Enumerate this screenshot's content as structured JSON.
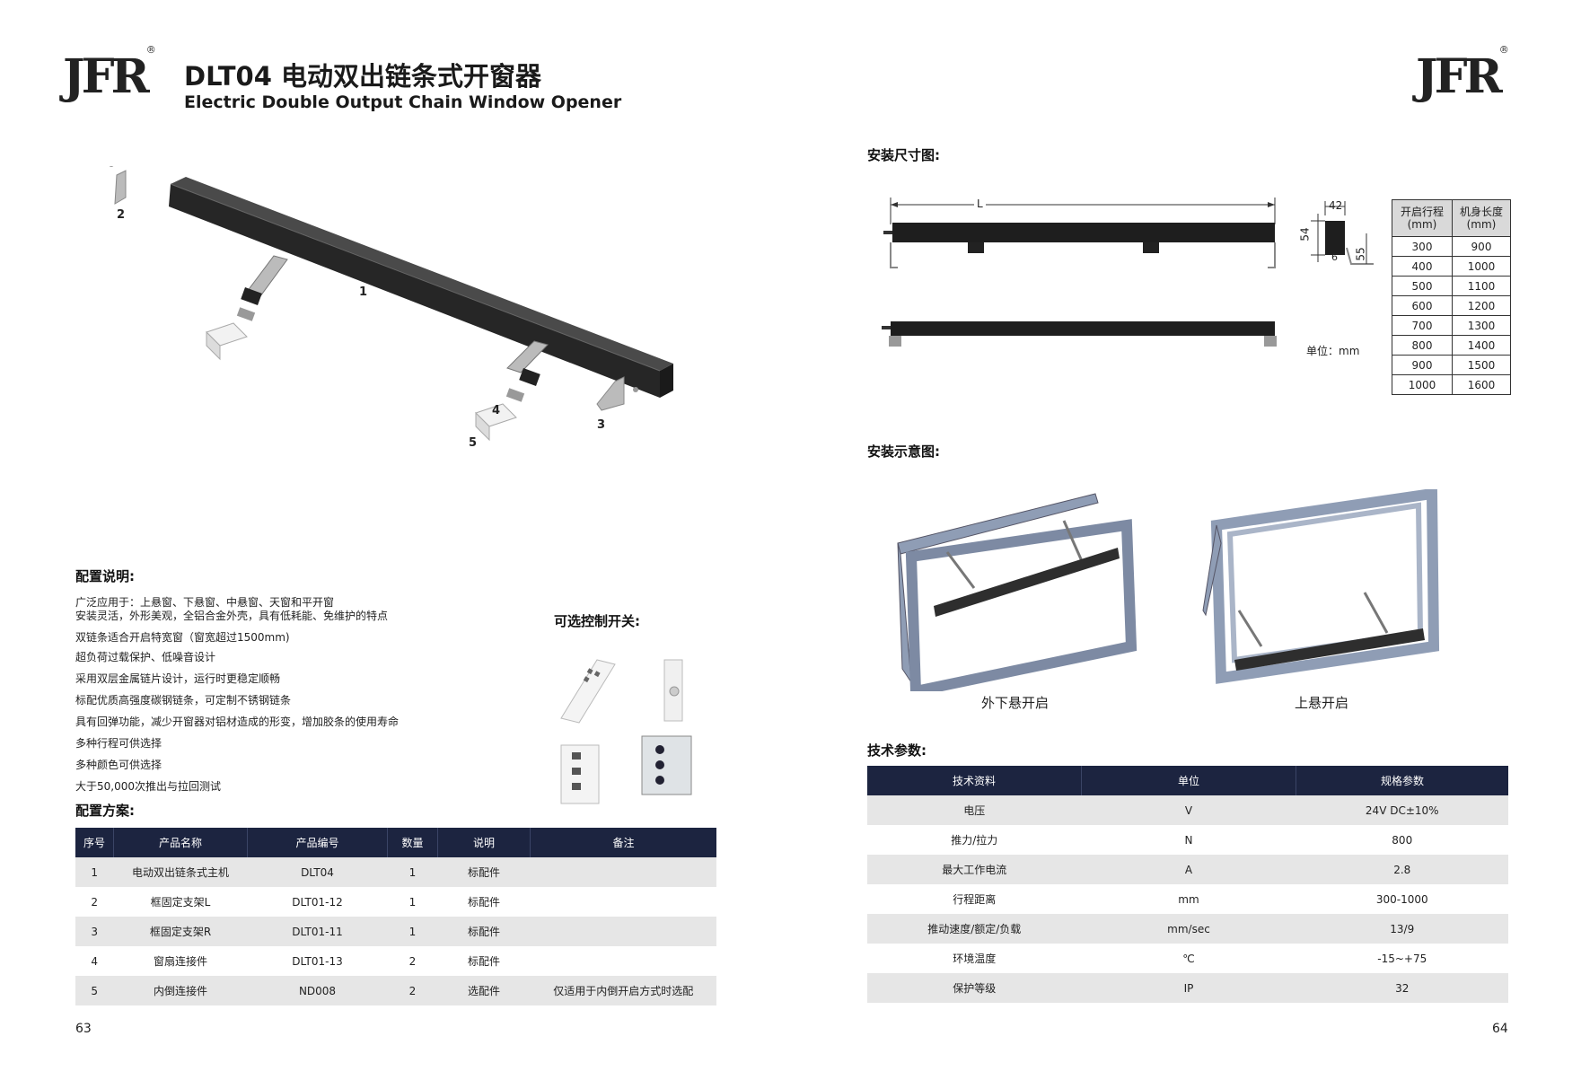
{
  "left_page": {
    "logo": "JFR",
    "logo_mark": "®",
    "title_zh": "DLT04 电动双出链条式开窗器",
    "title_en": "Electric Double Output Chain Window Opener",
    "callouts": [
      "1",
      "2",
      "3",
      "4",
      "5"
    ],
    "config_desc": {
      "heading": "配置说明:",
      "lines": [
        "广泛应用于：上悬窗、下悬窗、中悬窗、天窗和平开窗",
        "安装灵活，外形美观，全铝合金外壳，具有低耗能、免维护的特点",
        "双链条适合开启特宽窗（窗宽超过1500mm)",
        "超负荷过载保护、低噪音设计",
        "采用双层金属链片设计，运行时更稳定顺畅",
        "标配优质高强度碳钢链条，可定制不锈钢链条",
        "具有回弹功能，减少开窗器对铝材造成的形变，增加胶条的使用寿命",
        "多种行程可供选择",
        "多种颜色可供选择",
        "大于50,000次推出与拉回测试"
      ]
    },
    "optional_switch_heading": "可选控制开关:",
    "config_plan": {
      "heading": "配置方案:",
      "headers": [
        "序号",
        "产品名称",
        "产品编号",
        "数量",
        "说明",
        "备注"
      ],
      "rows": [
        [
          "1",
          "电动双出链条式主机",
          "DLT04",
          "1",
          "标配件",
          ""
        ],
        [
          "2",
          "框固定支架L",
          "DLT01-12",
          "1",
          "标配件",
          ""
        ],
        [
          "3",
          "框固定支架R",
          "DLT01-11",
          "1",
          "标配件",
          ""
        ],
        [
          "4",
          "窗扇连接件",
          "DLT01-13",
          "2",
          "标配件",
          ""
        ],
        [
          "5",
          "内倒连接件",
          "ND008",
          "2",
          "选配件",
          "仅适用于内倒开启方式时选配"
        ]
      ]
    },
    "page_number": "63"
  },
  "right_page": {
    "logo": "JFR",
    "logo_mark": "®",
    "install_dim": {
      "heading": "安装尺寸图:",
      "dim_L": "L",
      "dim_42": "42",
      "dim_54": "54",
      "dim_55": "55",
      "dim_6": "6",
      "unit_label": "单位：mm"
    },
    "stroke_table": {
      "headers": [
        "开启行程\n(mm)",
        "机身长度\n(mm)"
      ],
      "rows": [
        [
          "300",
          "900"
        ],
        [
          "400",
          "1000"
        ],
        [
          "500",
          "1100"
        ],
        [
          "600",
          "1200"
        ],
        [
          "700",
          "1300"
        ],
        [
          "800",
          "1400"
        ],
        [
          "900",
          "1500"
        ],
        [
          "1000",
          "1600"
        ]
      ]
    },
    "install_schematic": {
      "heading": "安装示意图:",
      "captions": [
        "外下悬开启",
        "上悬开启"
      ]
    },
    "tech_params": {
      "heading": "技术参数:",
      "headers": [
        "技术资料",
        "单位",
        "规格参数"
      ],
      "rows": [
        [
          "电压",
          "V",
          "24V DC±10%"
        ],
        [
          "推力/拉力",
          "N",
          "800"
        ],
        [
          "最大工作电流",
          "A",
          "2.8"
        ],
        [
          "行程距离",
          "mm",
          "300-1000"
        ],
        [
          "推动速度/额定/负载",
          "mm/sec",
          "13/9"
        ],
        [
          "环境温度",
          "℃",
          "-15~+75"
        ],
        [
          "保护等级",
          "IP",
          "32"
        ]
      ]
    },
    "page_number": "64"
  }
}
